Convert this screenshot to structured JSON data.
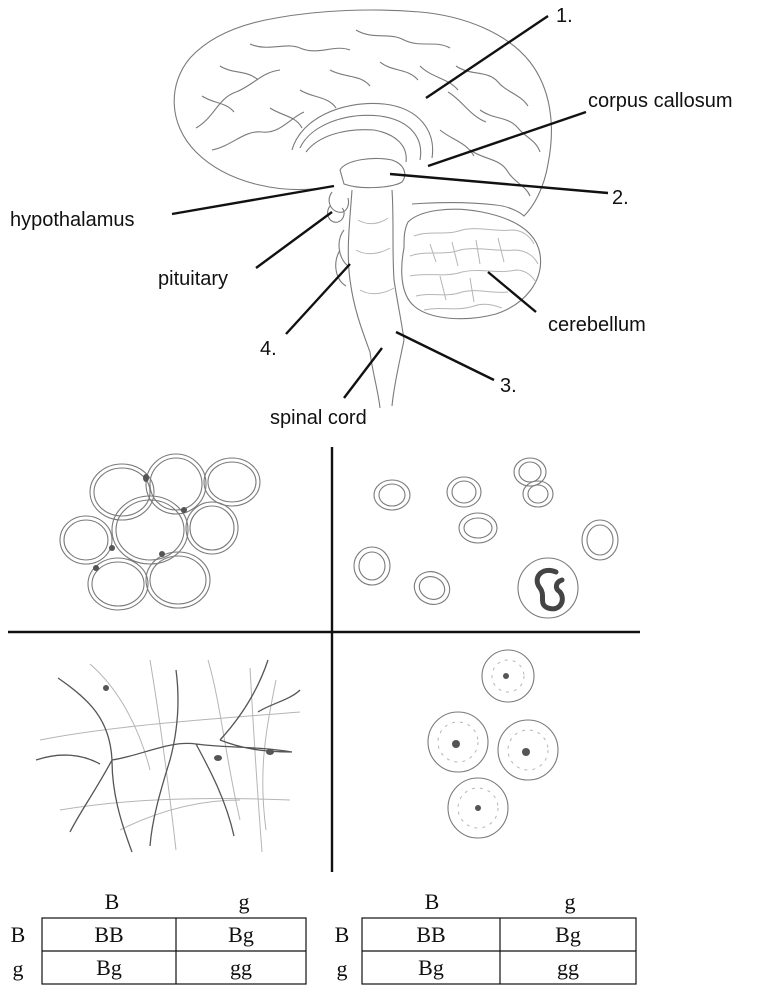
{
  "brain": {
    "labels": {
      "n1": "1.",
      "corpus_callosum": "corpus callosum",
      "n2": "2.",
      "hypothalamus": "hypothalamus",
      "pituitary": "pituitary",
      "cerebellum": "cerebellum",
      "n4": "4.",
      "n3": "3.",
      "spinal_cord": "spinal cord"
    }
  },
  "cells": {
    "panels": [
      "top-left",
      "top-right",
      "bottom-left",
      "bottom-right"
    ]
  },
  "punnett": [
    {
      "col_headers": [
        "B",
        "g"
      ],
      "row_headers": [
        "B",
        "g"
      ],
      "cells": [
        [
          "BB",
          "Bg"
        ],
        [
          "Bg",
          "gg"
        ]
      ]
    },
    {
      "col_headers": [
        "B",
        "g"
      ],
      "row_headers": [
        "B",
        "g"
      ],
      "cells": [
        [
          "BB",
          "Bg"
        ],
        [
          "Bg",
          "gg"
        ]
      ]
    }
  ],
  "colors": {
    "ink": "#111111",
    "sketch": "#7a7a7a"
  }
}
